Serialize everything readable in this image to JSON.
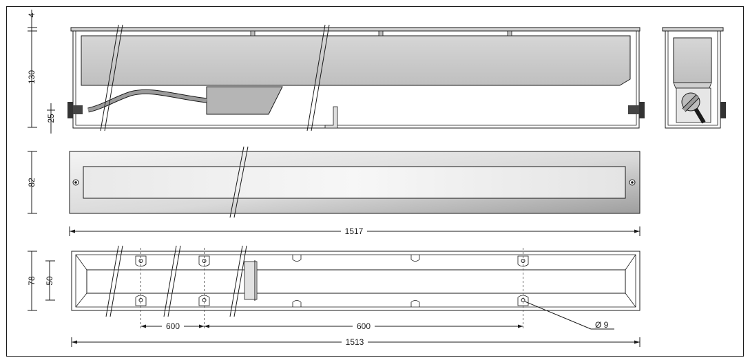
{
  "dimensions": {
    "top_offset": "4",
    "side_height": "130",
    "cable_height": "25",
    "front_height": "82",
    "front_length": "1517",
    "base_height": "78",
    "hole_spacing_vertical": "50",
    "hole_spacing_1": "600",
    "hole_spacing_2": "600",
    "base_length": "1513",
    "hole_diameter": "Ø 9"
  },
  "colors": {
    "outline": "#1a1a1a",
    "panel_light": "#eeeeee",
    "panel_dark": "#9a9a9a",
    "housing": "#c8c8c8",
    "driver": "#b0b0b0"
  }
}
